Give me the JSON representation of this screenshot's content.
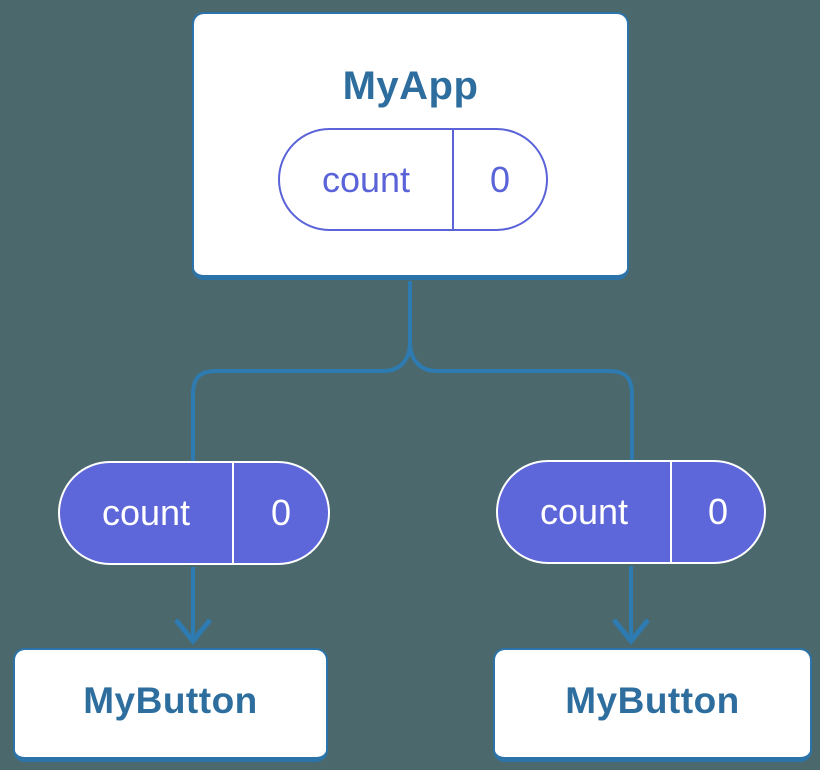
{
  "diagram_title": "component-state-tree",
  "colors": {
    "background": "#4B686C",
    "wire_blue": "#2E7BB1",
    "card_border_blue": "#2C73A9",
    "card_title_blue": "#2E6E9E",
    "pill_purple_outline": "#5A63D8",
    "pill_purple_fill": "#5D67DA",
    "card_background": "#ffffff",
    "pill_text_on_fill": "#ffffff"
  },
  "tree": {
    "root": {
      "title": "MyApp",
      "state": {
        "name": "count",
        "value": "0"
      }
    },
    "children": [
      {
        "title": "MyButton",
        "state": {
          "name": "count",
          "value": "0"
        }
      },
      {
        "title": "MyButton",
        "state": {
          "name": "count",
          "value": "0"
        }
      }
    ]
  }
}
